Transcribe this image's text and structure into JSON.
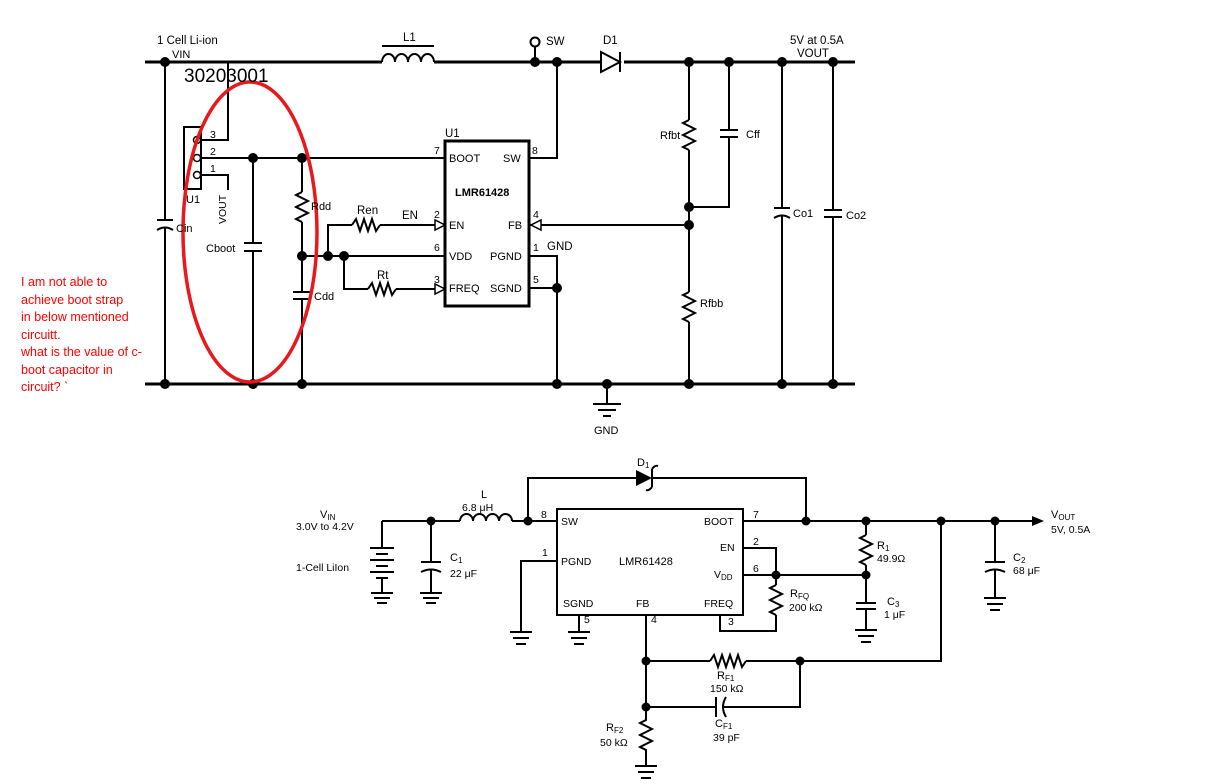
{
  "annotation": {
    "lines": [
      "I am not able to",
      "achieve boot strap",
      "in below mentioned",
      "circuitt.",
      "what is the value of c-",
      "boot capacitor  in",
      "circuit?     `"
    ],
    "color": "#ff0000"
  },
  "top_schematic": {
    "watermark": "30203001",
    "input_title": "1 Cell Li-ion",
    "vin": "VIN",
    "inductor": "L1",
    "sw_node": "SW",
    "diode": "D1",
    "output_title": "5V at 0.5A",
    "vout": "VOUT",
    "connector": "U1",
    "connector_pins": [
      "3",
      "2",
      "1"
    ],
    "connector_vout": "VOUT",
    "cin": "Cin",
    "cboot": "Cboot",
    "rdd": "Rdd",
    "cdd": "Cdd",
    "ren": "Ren",
    "rt": "Rt",
    "en_net": "EN",
    "gnd_net": "GND",
    "gnd_symbol": "GND",
    "ic": {
      "ref": "U1",
      "name": "LMR61428",
      "pins": {
        "boot": "BOOT",
        "boot_num": "7",
        "sw": "SW",
        "sw_num": "8",
        "en": "EN",
        "en_num": "2",
        "fb": "FB",
        "fb_num": "4",
        "vdd": "VDD",
        "vdd_num": "6",
        "pgnd": "PGND",
        "pgnd_num": "1",
        "freq": "FREQ",
        "freq_num": "3",
        "sgnd": "SGND",
        "sgnd_num": "5"
      }
    },
    "rfbt": "Rfbt",
    "cff": "Cff",
    "rfbb": "Rfbb",
    "co1": "Co1",
    "co2": "Co2",
    "highlight_color": "#e8191c"
  },
  "bottom_schematic": {
    "vin_label": "V",
    "vin_sub": "IN",
    "vin_range": "3.0V to 4.2V",
    "battery": "1-Cell LiIon",
    "c1": "C",
    "c1_sub": "1",
    "c1_value": "22 μF",
    "l": "L",
    "l_value": "6.8 μH",
    "d": "D",
    "d_sub": "1",
    "ic": {
      "name": "LMR61428",
      "sw": "SW",
      "sw_num": "8",
      "boot": "BOOT",
      "boot_num": "7",
      "pgnd": "PGND",
      "pgnd_num": "1",
      "en": "EN",
      "en_num": "2",
      "vdd": "V",
      "vdd_sub": "DD",
      "vdd_num": "6",
      "sgnd": "SGND",
      "sgnd_num": "5",
      "fb": "FB",
      "fb_num": "4",
      "freq": "FREQ",
      "freq_num": "3"
    },
    "rfq": "R",
    "rfq_sub": "FQ",
    "rfq_value": "200 kΩ",
    "r1": "R",
    "r1_sub": "1",
    "r1_value": "49.9Ω",
    "c3": "C",
    "c3_sub": "3",
    "c3_value": "1 μF",
    "c2": "C",
    "c2_sub": "2",
    "c2_value": "68 μF",
    "vout_label": "V",
    "vout_sub": "OUT",
    "vout_spec": "5V, 0.5A",
    "rf1": "R",
    "rf1_sub": "F1",
    "rf1_value": "150 kΩ",
    "cf1": "C",
    "cf1_sub": "F1",
    "cf1_value": "39 pF",
    "rf2": "R",
    "rf2_sub": "F2",
    "rf2_value": "50 kΩ"
  }
}
